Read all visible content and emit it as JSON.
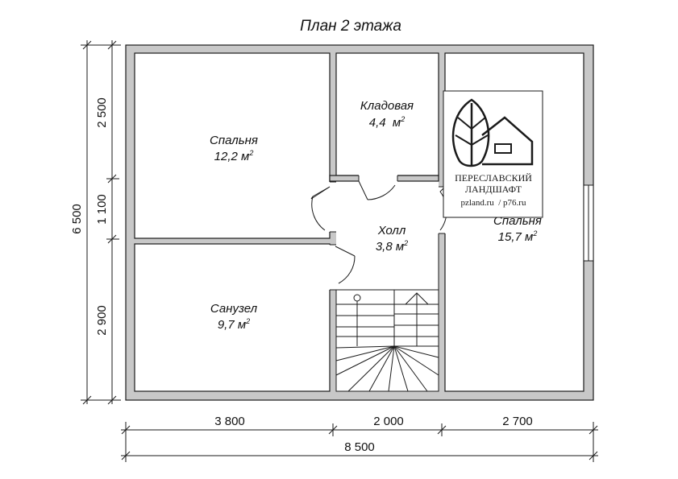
{
  "title": "План 2 этажа",
  "rooms": [
    {
      "name": "Спальня",
      "area": "12,2 м",
      "sup": "2"
    },
    {
      "name": "Кладовая",
      "area": "4,4  м",
      "sup": "2"
    },
    {
      "name": "Спальня",
      "area": "15,7 м",
      "sup": "2"
    },
    {
      "name": "Холл",
      "area": "3,8 м",
      "sup": "2"
    },
    {
      "name": "Санузел",
      "area": "9,7 м",
      "sup": "2"
    }
  ],
  "dimensions": {
    "bottom_segments": [
      "3 800",
      "2 000",
      "2 700"
    ],
    "bottom_total": "8 500",
    "left_segments": [
      "2 500",
      "1 100",
      "2 900"
    ],
    "left_total": "6 500"
  },
  "logo": {
    "line1": "ПЕРЕСЛАВСКИЙ",
    "line2": "ЛАНДШАФТ",
    "line3": "pzland.ru  / p76.ru"
  },
  "colors": {
    "wall_fill": "#c8c8c8",
    "line": "#1a1a1a",
    "background": "#ffffff"
  }
}
